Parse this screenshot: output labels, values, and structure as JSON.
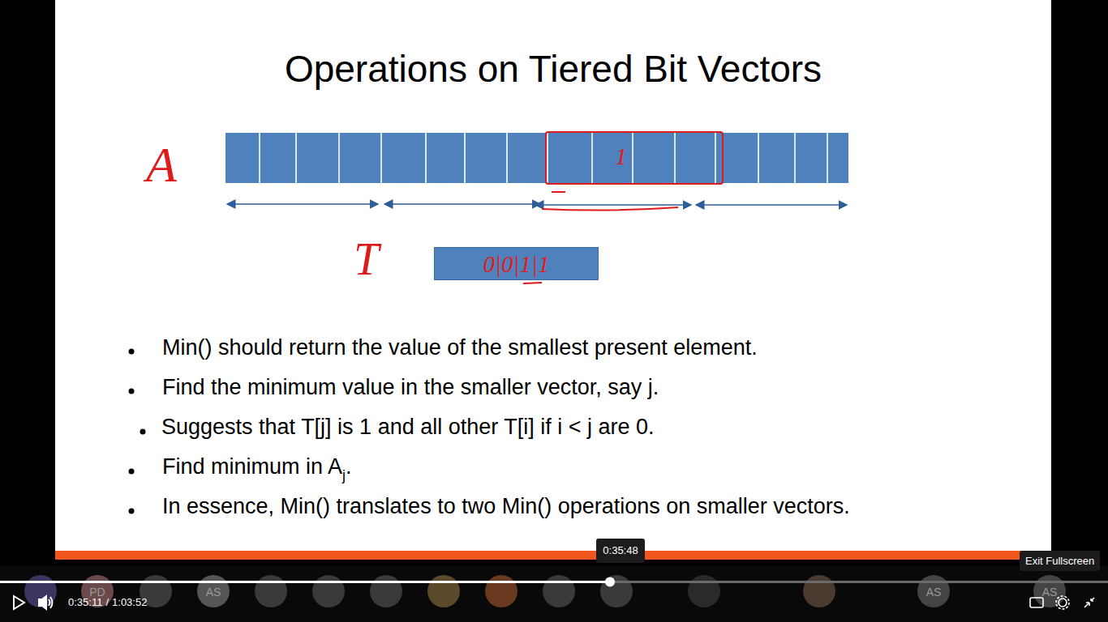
{
  "diagram": {
    "title": "Operations on Tiered Bit Vectors",
    "nodes": [
      {
        "text": [
          "A"
        ]
      },
      {
        "text": [
          "1"
        ],
        "in": 0
      },
      {
        "text": [
          "T",
          "0|0|1|1"
        ]
      }
    ],
    "labels": [
      "Min() should return the value of the smallest present element.",
      "Find the minimum value in the smaller vector, say j.",
      "Suggests that T[j] is 1 and all other T[i] if i < j are 0.",
      "Find minimum in A",
      "j",
      ".",
      "In essence, Min() translates to two Min() operations on smaller vectors.",
      "0:35:48",
      "0:35:11",
      "/",
      "1:03:52",
      "Exit Fullscreen",
      "PD",
      "AS",
      "AS",
      "AS"
    ]
  }
}
